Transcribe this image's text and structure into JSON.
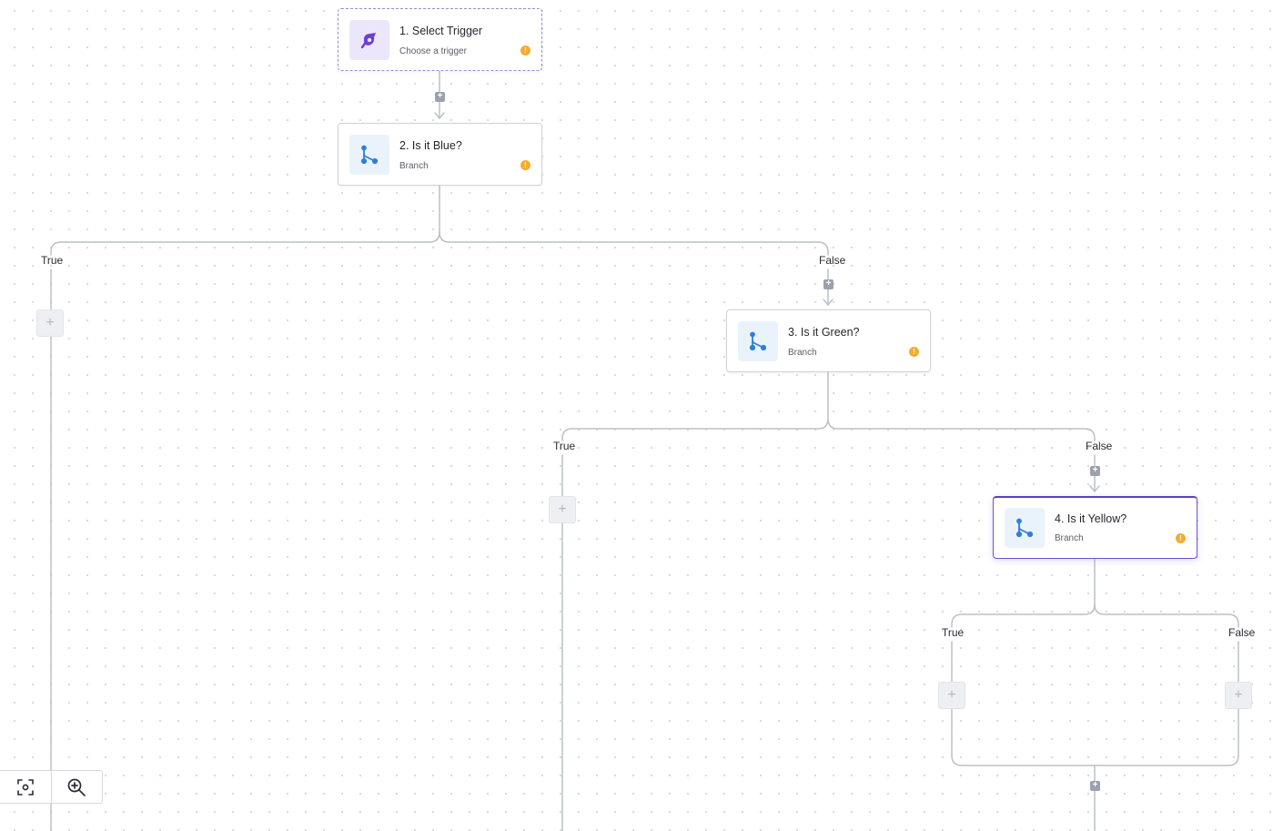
{
  "nodes": {
    "trigger": {
      "title": "1. Select Trigger",
      "subtitle": "Choose a trigger",
      "icon": "trigger-icon",
      "warning": "!"
    },
    "blue": {
      "title": "2. Is it Blue?",
      "subtitle": "Branch",
      "icon": "branch-icon",
      "warning": "!"
    },
    "green": {
      "title": "3. Is it Green?",
      "subtitle": "Branch",
      "icon": "branch-icon",
      "warning": "!"
    },
    "yellow": {
      "title": "4. Is it Yellow?",
      "subtitle": "Branch",
      "icon": "branch-icon",
      "warning": "!"
    }
  },
  "branch_labels": {
    "blue_true": "True",
    "blue_false": "False",
    "green_true": "True",
    "green_false": "False",
    "yellow_true": "True",
    "yellow_false": "False"
  },
  "add_step_symbol": "+",
  "toolbar": {
    "items": [
      "fit-view-icon",
      "zoom-in-icon"
    ]
  },
  "colors": {
    "accent": "#5b3fcf",
    "branch_icon": "#2f7fd6",
    "warning": "#f4ab2f",
    "edge": "#bcc0c7"
  }
}
